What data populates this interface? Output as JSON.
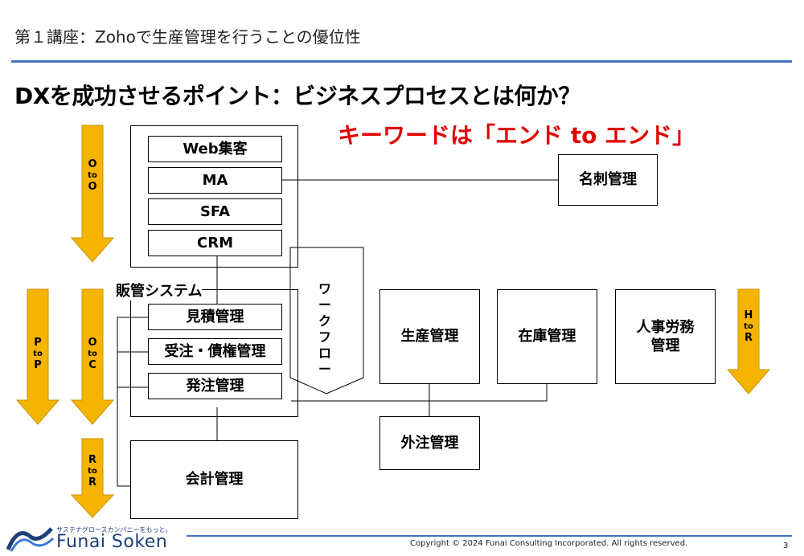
{
  "header": {
    "subtitle": "第１講座：Zohoで生産管理を行うことの優位性",
    "heading": "DXを成功させるポイント：ビジネスプロセスとは何か？",
    "keyword": "キーワードは「エンド to エンド」"
  },
  "diagram": {
    "arrows": {
      "oto_o": [
        "O",
        "to",
        "O"
      ],
      "pto_p": [
        "P",
        "to",
        "P"
      ],
      "oto_c": [
        "O",
        "to",
        "C"
      ],
      "rto_r": [
        "R",
        "to",
        "R"
      ],
      "hto_r": [
        "H",
        "to",
        "R"
      ]
    },
    "marketing": {
      "web": "Web集客",
      "ma": "MA",
      "sfa": "SFA",
      "crm": "CRM"
    },
    "sales_system": {
      "label": "販管システム",
      "estimate": "見積管理",
      "orders": "受注・債権管理",
      "purchase": "発注管理"
    },
    "accounting": "会計管理",
    "workflow": [
      "ワ",
      "ー",
      "ク",
      "フ",
      "ロ",
      "ー"
    ],
    "business_card": "名刺管理",
    "production": "生産管理",
    "inventory": "在庫管理",
    "hr": "人事労務\n管理",
    "outsourcing": "外注管理",
    "colors": {
      "arrow_fill": "#f5b400",
      "arrow_edge": "#c99200",
      "keyword": "#e00000",
      "rule": "#4472c4"
    }
  },
  "footer": {
    "tagline": "サステナグロースカンパニーをもっと。",
    "brand": "Funai Soken",
    "copyright": "Copyright © 2024 Funai Consulting Incorporated. All rights reserved.",
    "page": "3"
  }
}
